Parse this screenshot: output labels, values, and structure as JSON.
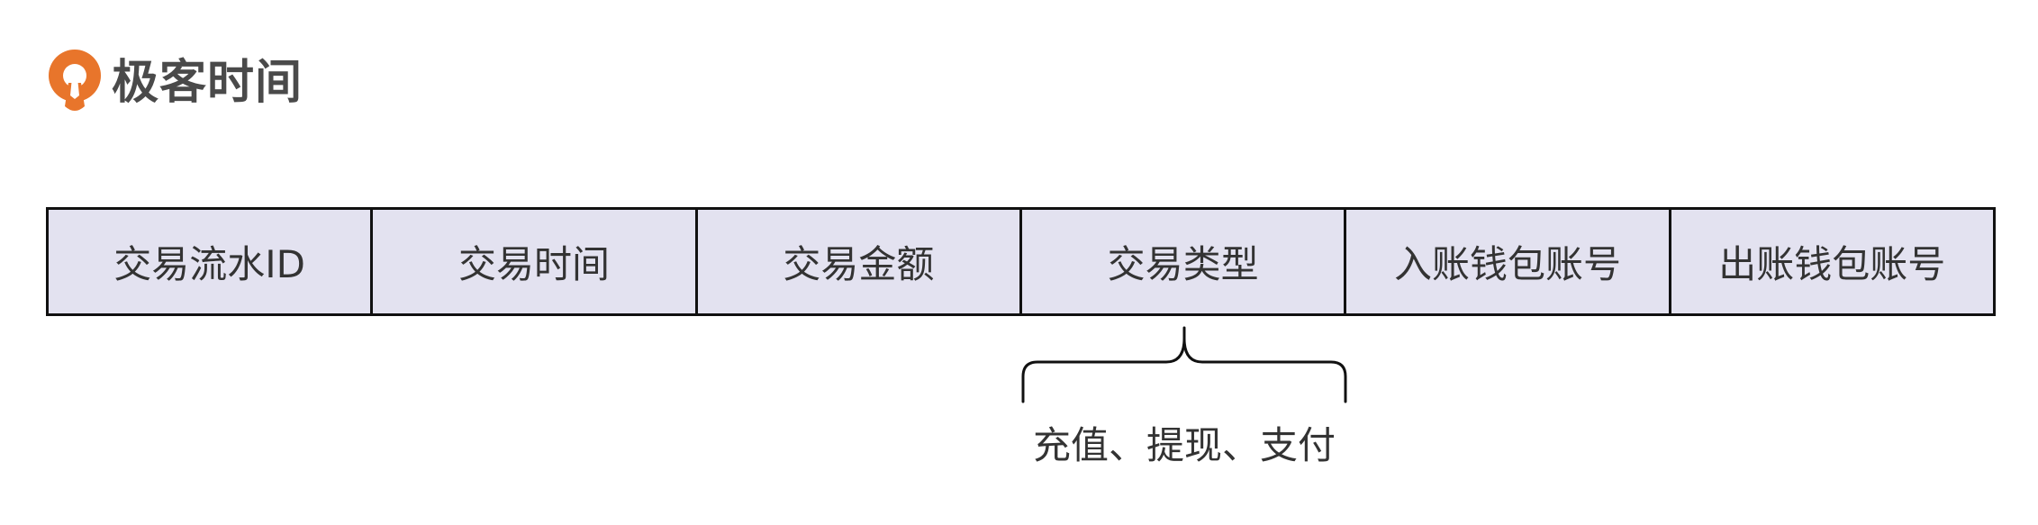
{
  "logo": {
    "text": "极客时间",
    "icon": "geektime-logo-icon",
    "color": "#e8752b"
  },
  "fields": [
    {
      "label": "交易流水ID"
    },
    {
      "label": "交易时间"
    },
    {
      "label": "交易金额"
    },
    {
      "label": "交易类型"
    },
    {
      "label": "入账钱包账号"
    },
    {
      "label": "出账钱包账号"
    }
  ],
  "annotation": {
    "target_field": "交易类型",
    "caption": "充值、提现、支付"
  },
  "colors": {
    "cell_fill": "#e3e2f0",
    "border": "#111111",
    "text": "#333333"
  }
}
